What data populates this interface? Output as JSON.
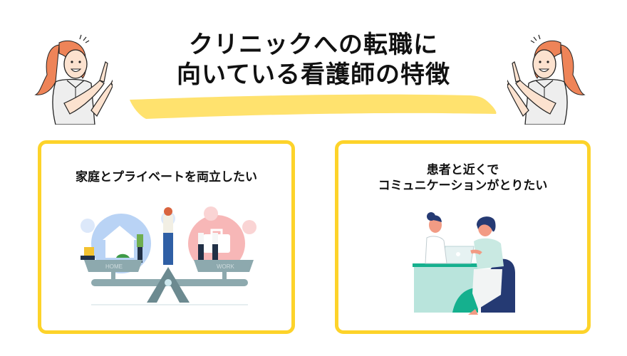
{
  "header": {
    "title_line1": "クリニックへの転職に",
    "title_line2": "向いている看護師の特徴",
    "accent_color": "#FFE26E"
  },
  "illustrations": {
    "left_person": "woman-pointing-right-icon",
    "right_person": "woman-pointing-left-icon"
  },
  "cards": [
    {
      "title": "家庭とプライベートを両立したい",
      "illustration": "work-life-balance-scale-icon",
      "labels": {
        "home": "HOME",
        "work": "WORK"
      }
    },
    {
      "title_line1": "患者と近くで",
      "title_line2": "コミュニケーションがとりたい",
      "illustration": "nurse-patient-consultation-icon"
    }
  ],
  "colors": {
    "card_border": "#FDD32A",
    "highlight": "#FFE26E",
    "text": "#111111"
  }
}
